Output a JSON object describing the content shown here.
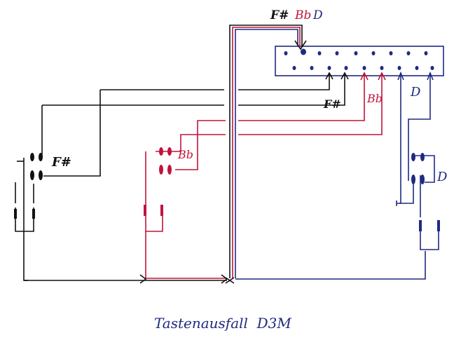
{
  "labels": {
    "top_label_fsharp": "F#",
    "top_label_bb": "Bb",
    "top_label_d": "D",
    "left_switch_label": "F#",
    "middle_switch_label": "Bb",
    "right_switch_label": "D",
    "arrow_label_fsharp": "F#",
    "arrow_label_bb": "Bb",
    "arrow_label_d": "D",
    "caption": "Tastenausfall  D3M"
  },
  "colors": {
    "background": "#ffffff",
    "black_wire": "#111111",
    "red_wire": "#c0143c",
    "blue_wire": "#1f2a80"
  }
}
